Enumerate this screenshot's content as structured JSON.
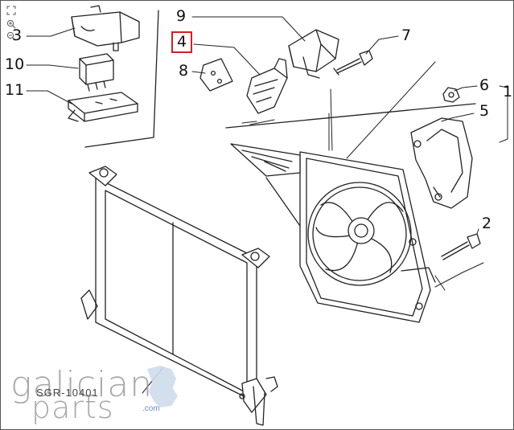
{
  "viewer": {
    "controls": [
      {
        "id": "fit",
        "icon": "fit-view-icon"
      },
      {
        "id": "zoom-in",
        "icon": "zoom-in-icon"
      },
      {
        "id": "zoom-out",
        "icon": "zoom-out-icon"
      }
    ]
  },
  "callouts": [
    {
      "id": "1",
      "label": "1",
      "highlighted": false
    },
    {
      "id": "2",
      "label": "2",
      "highlighted": false
    },
    {
      "id": "3",
      "label": "3",
      "highlighted": false
    },
    {
      "id": "4",
      "label": "4",
      "highlighted": true
    },
    {
      "id": "5",
      "label": "5",
      "highlighted": false
    },
    {
      "id": "6",
      "label": "6",
      "highlighted": false
    },
    {
      "id": "7",
      "label": "7",
      "highlighted": false
    },
    {
      "id": "8",
      "label": "8",
      "highlighted": false
    },
    {
      "id": "9",
      "label": "9",
      "highlighted": false
    },
    {
      "id": "10",
      "label": "10",
      "highlighted": false
    },
    {
      "id": "11",
      "label": "11",
      "highlighted": false
    }
  ],
  "highlight_color": "#d12020",
  "watermark": {
    "name": "galician",
    "parts": "parts",
    "domain": ".com",
    "code": "SGR-10401"
  }
}
